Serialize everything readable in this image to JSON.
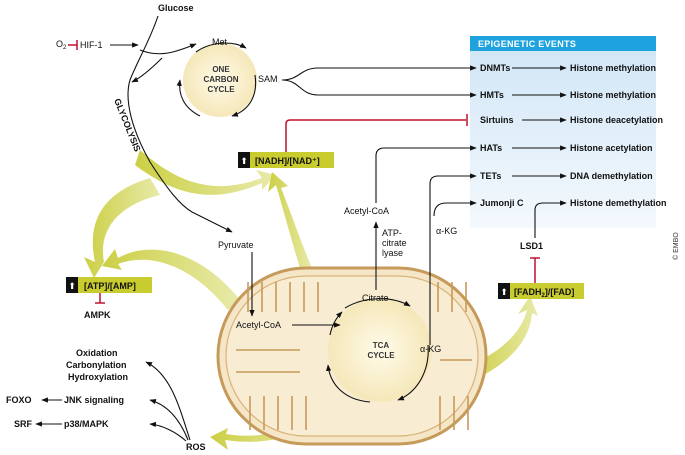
{
  "metabolism": {
    "glucose": "Glucose",
    "o2": "O",
    "o2_sub": "2",
    "hif1": "HIF-1",
    "glycolysis": "GLYCOLYSIS",
    "met": "Met",
    "sam": "SAM",
    "one_carbon_line1": "ONE",
    "one_carbon_line2": "CARBON",
    "one_carbon_line3": "CYCLE",
    "pyruvate": "Pyruvate",
    "acetyl_coa_mito": "Acetyl-CoA",
    "citrate": "Citrate",
    "tca_line1": "TCA",
    "tca_line2": "CYCLE",
    "akg_mito": "α-KG",
    "acetyl_coa_cyto": "Acetyl-CoA",
    "atp_citrate_lyase_line1": "ATP-",
    "atp_citrate_lyase_line2": "citrate",
    "atp_citrate_lyase_line3": "lyase",
    "akg_cyto": "α-KG",
    "lsd1": "LSD1",
    "ros": "ROS",
    "ampk": "AMPK"
  },
  "ratios": {
    "nadh": "[NADH]/[NAD⁺]",
    "atp": "[ATP]/[AMP]",
    "fadh_prefix": "[FADH",
    "fadh_sub": "2",
    "fadh_suffix": "]/[FAD]",
    "arrow_glyph": "⬆"
  },
  "ros_targets": {
    "oxidation": "Oxidation",
    "carbonylation": "Carbonylation",
    "hydroxylation": "Hydroxylation",
    "jnk": "JNK signaling",
    "foxo": "FOXO",
    "p38": "p38/MAPK",
    "srf": "SRF"
  },
  "epigenetic_events": {
    "title": "EPIGENETIC EVENTS",
    "rows": [
      {
        "enzyme": "DNMTs",
        "effect": "Histone methylation"
      },
      {
        "enzyme": "HMTs",
        "effect": "Histone methylation"
      },
      {
        "enzyme": "Sirtuins",
        "effect": "Histone deacetylation"
      },
      {
        "enzyme": "HATs",
        "effect": "Histone acetylation"
      },
      {
        "enzyme": "TETs",
        "effect": "DNA demethylation"
      },
      {
        "enzyme": "Jumonji C",
        "effect": "Histone demethylation"
      }
    ]
  },
  "credit": "© EMBO",
  "colors": {
    "flow_yellow": "#c9cd3a",
    "box_yellow": "#c8cc2e",
    "header_blue": "#1fa3de",
    "panel_blue": "#dcecf8",
    "inhibit_red": "#c0102a",
    "cycle_cream": "#f9efce",
    "mito_fill": "#f6e6c8",
    "mito_stroke": "#c69a5a"
  }
}
